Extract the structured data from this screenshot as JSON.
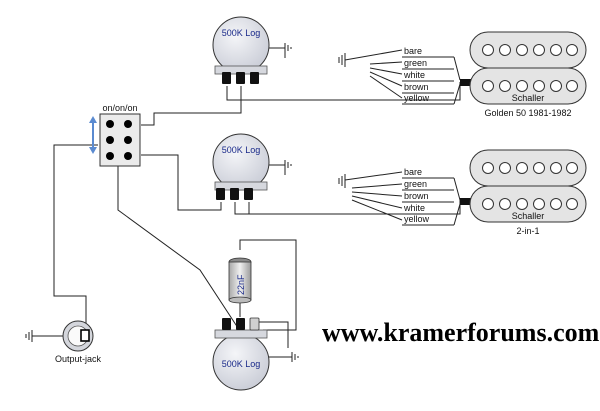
{
  "pots": {
    "top_label": "500K Log",
    "middle_label": "500K Log",
    "bottom_label": "500K Log"
  },
  "switch": {
    "label": "on/on/on"
  },
  "capacitor": {
    "label": "22nF"
  },
  "output_jack": {
    "label": "Output-jack"
  },
  "pickup_top": {
    "wires": [
      "bare",
      "green",
      "white",
      "brown",
      "yellow"
    ],
    "brand": "Schaller",
    "model": "Golden 50 1981-1982"
  },
  "pickup_bottom": {
    "wires": [
      "bare",
      "green",
      "brown",
      "white",
      "yellow"
    ],
    "brand": "Schaller",
    "model": "2-in-1"
  },
  "watermark": "www.kramerforums.com",
  "colors": {
    "pot_fill": "#dde0e8",
    "pot_label": "#1a2a8a",
    "pickup_fill": "#e4e4e4",
    "arrow": "#5a8ad0"
  }
}
